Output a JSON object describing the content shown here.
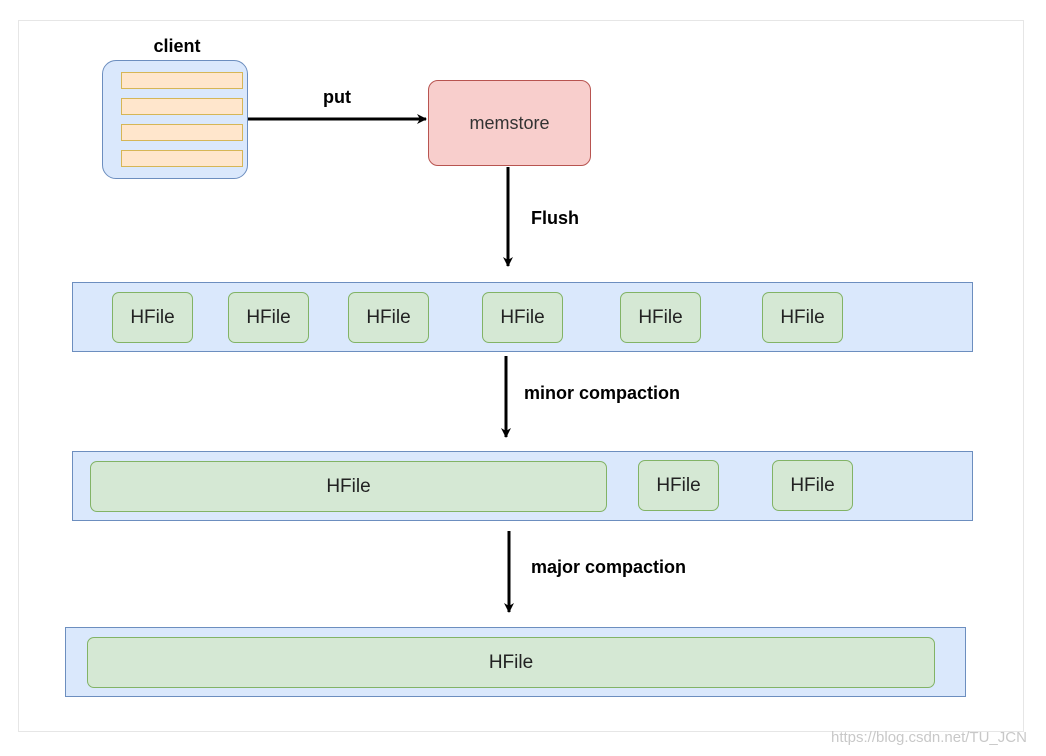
{
  "client": {
    "label": "client"
  },
  "memstore": {
    "label": "memstore"
  },
  "edges": {
    "put": "put",
    "flush": "Flush",
    "minor": "minor compaction",
    "major": "major compaction"
  },
  "layer1": [
    "HFile",
    "HFile",
    "HFile",
    "HFile",
    "HFile",
    "HFile"
  ],
  "layer2": [
    "HFile",
    "HFile",
    "HFile"
  ],
  "layer3": [
    "HFile"
  ],
  "watermark": "https://blog.csdn.net/TU_JCN",
  "colors": {
    "band_fill": "#dae8fc",
    "band_stroke": "#6c8ebf",
    "hfile_fill": "#d5e8d4",
    "hfile_stroke": "#82b366",
    "memstore_fill": "#f8cecc",
    "memstore_stroke": "#b85450",
    "row_fill": "#ffe6cc",
    "row_stroke": "#d6b656"
  }
}
